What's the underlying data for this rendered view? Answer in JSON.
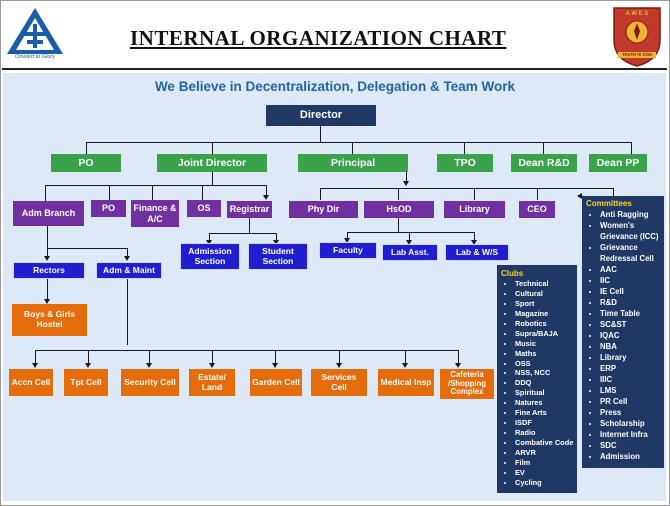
{
  "header": {
    "title": "INTERNAL ORGANIZATION CHART",
    "left_logo_text": "Onward to Glory",
    "right_logo_text": "A W E S",
    "right_logo_motto": "TRUTH IS GOD"
  },
  "tagline": "We Believe in Decentralization, Delegation  & Team Work",
  "colors": {
    "navy": "#1f3864",
    "green": "#3aa24a",
    "purple": "#7030a0",
    "blue": "#1f1fd0",
    "orange": "#e46c0a",
    "background": "#dde9f6",
    "tagline": "#1f64a8"
  },
  "top": "Director",
  "level1": [
    "PO",
    "Joint Director",
    "Principal",
    "TPO",
    "Dean R&D",
    "Dean PP"
  ],
  "level2": [
    "Adm Branch",
    "PO",
    "Finance & A/C",
    "OS",
    "Registrar",
    "Phy Dir",
    "HsOD",
    "Library",
    "CEO"
  ],
  "registrar_units": [
    "Admission Section",
    "Student Section"
  ],
  "hod_units": [
    "Faculty",
    "Lab Asst.",
    "Lab & W/S"
  ],
  "adm_units": [
    "Rectors",
    "Adm & Maint"
  ],
  "rector_unit": "Boys & Girls Hostel",
  "cells": [
    "Accn Cell",
    "Tpt Cell",
    "Security Cell",
    "Estate/ Land",
    "Garden Cell",
    "Services Cell",
    "Medical Insp",
    "Cafeteria /Shopping Complex"
  ],
  "clubs": {
    "title": "Clubs",
    "items": [
      "Technical",
      "Cultural",
      "Sport",
      "Magazine",
      "Robotics",
      "Supra/BAJA",
      "Music",
      "Maths",
      "OSS",
      "NSS, NCC",
      "DDQ",
      "Spiritual",
      "Natures",
      "Fine Arts",
      "ISDF",
      "Radio",
      "Combative Code",
      "ARVR",
      "Film",
      "EV",
      "Cycling"
    ]
  },
  "committees": {
    "title": "Committees",
    "items": [
      "Anti Ragging",
      "Women's Grievance (ICC)",
      "Grievance Redressal Cell",
      "AAC",
      "IIC",
      "IE Cell",
      "R&D",
      "Time Table",
      "SC&ST",
      "IQAC",
      "NBA",
      "Library",
      "ERP",
      "IIIC",
      "LMS",
      "PR Cell",
      "Press",
      "Scholarship",
      "Internet Infra",
      "SDC",
      "Admission"
    ]
  }
}
